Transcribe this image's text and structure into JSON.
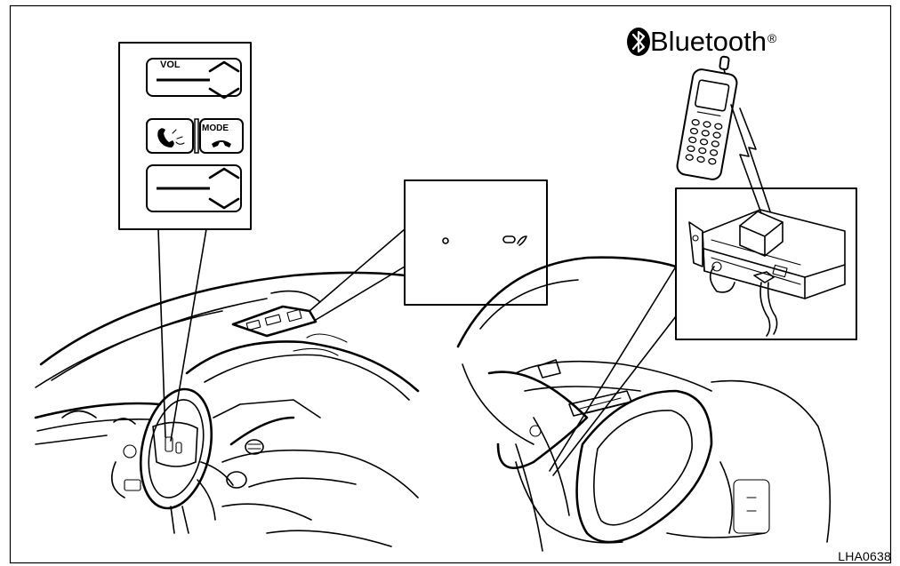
{
  "brand": {
    "name": "Bluetooth",
    "mark": "®"
  },
  "controls": {
    "vol_label": "VOL",
    "mode_label": "MODE"
  },
  "figure_code": "LHA0638",
  "colors": {
    "ink": "#000000",
    "paper": "#ffffff"
  },
  "icons": [
    "bluetooth-icon",
    "phone-talk-icon",
    "phone-hangup-icon",
    "chevron-up-icon",
    "chevron-down-icon"
  ]
}
